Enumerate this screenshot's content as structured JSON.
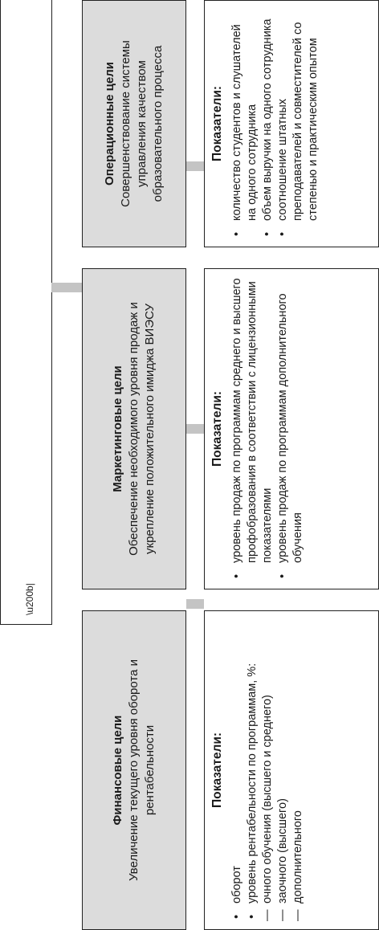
{
  "goals": [
    {
      "title": "Финансовые цели",
      "text": "Увеличение текущего уровня оборота и рентабельности",
      "indicators_title": "Показатели:",
      "indicators": [
        {
          "marker": "bullet",
          "text": "оборот"
        },
        {
          "marker": "bullet",
          "text": "уровень рентабельности по программам, %:"
        },
        {
          "marker": "dash",
          "text": "очного обучения (высшего и среднего)"
        },
        {
          "marker": "dash",
          "text": "заочного (высшего)"
        },
        {
          "marker": "dash",
          "text": "дополнительного"
        }
      ]
    },
    {
      "title": "Маркетинговые цели",
      "text": "Обеспечение необходимого уровня продаж и укрепление положительного имиджа ВИЭСУ",
      "indicators_title": "Показатели:",
      "indicators": [
        {
          "marker": "bullet",
          "text": "уровень продаж по программам среднего и высшего профобразования в соответствии с лицензионными показателями"
        },
        {
          "marker": "bullet",
          "text": "уровень продаж по программам дополнительного обучения"
        }
      ]
    },
    {
      "title": "Операционные цели",
      "text": "Совершенствование системы управления качеством образовательного процесса",
      "indicators_title": "Показатели:",
      "indicators": [
        {
          "marker": "bullet",
          "text": "количество студентов и слушателей на одного сотрудника"
        },
        {
          "marker": "bullet",
          "text": "объем выручки на одного сотрудника"
        },
        {
          "marker": "bullet",
          "text": "соотношение штатных преподавателей и совместителей со степенью и практическим опытом"
        }
      ]
    }
  ]
}
